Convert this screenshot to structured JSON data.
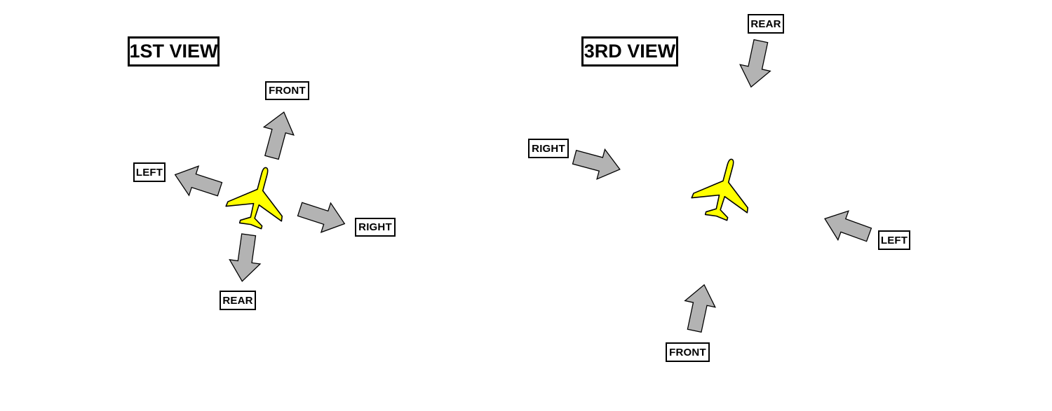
{
  "views": [
    {
      "title": "1ST VIEW",
      "labels": {
        "front": "FRONT",
        "left": "LEFT",
        "right": "RIGHT",
        "rear": "REAR"
      }
    },
    {
      "title": "3RD VIEW",
      "labels": {
        "rear": "REAR",
        "right": "RIGHT",
        "left": "LEFT",
        "front": "FRONT"
      }
    }
  ],
  "colors": {
    "aircraft": "#ffff00",
    "arrow": "#b3b3b3",
    "outline": "#000000"
  },
  "icons": [
    "airplane-icon",
    "arrow-icon"
  ]
}
